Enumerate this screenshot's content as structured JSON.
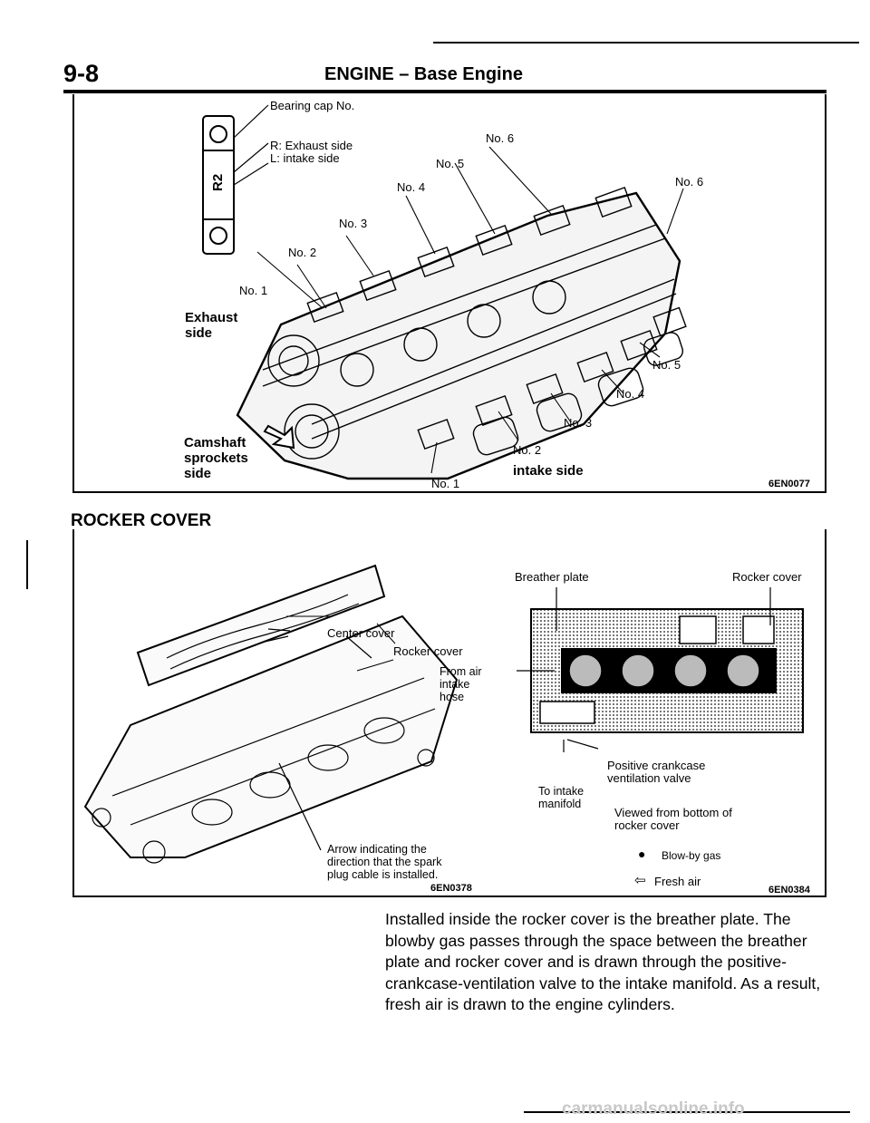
{
  "header": {
    "page_number": "9-8",
    "title": "ENGINE – Base Engine"
  },
  "fig1": {
    "labels": {
      "bearing_cap": "Bearing cap No.",
      "r_exhaust": "R: Exhaust side",
      "l_intake": "L: intake side",
      "cap_mark": "R2",
      "ex_no1": "No. 1",
      "ex_no2": "No. 2",
      "ex_no3": "No. 3",
      "ex_no4": "No. 4",
      "ex_no5": "No. 5",
      "ex_no6": "No. 6",
      "in_no1": "No. 1",
      "in_no2": "No. 2",
      "in_no3": "No. 3",
      "in_no4": "No. 4",
      "in_no5": "No. 5",
      "in_no6": "No. 6",
      "exhaust_side": "Exhaust side",
      "camshaft_sprockets_side": "Camshaft sprockets side",
      "intake_side": "intake side"
    },
    "code": "6EN0077"
  },
  "section_title": "ROCKER COVER",
  "fig2": {
    "labels": {
      "center_cover": "Center cover",
      "rocker_cover": "Rocker cover",
      "arrow_direction": "Arrow indicating the direction that the spark plug cable is installed."
    },
    "code": "6EN0378"
  },
  "fig3": {
    "labels": {
      "breather_plate": "Breather plate",
      "rocker_cover": "Rocker cover",
      "from_air_intake_hose": "From air intake hose",
      "pcv_valve": "Positive crankcase ventilation valve",
      "to_intake_manifold": "To intake manifold",
      "viewed_from_bottom": "Viewed from bottom of rocker cover",
      "blowby_gas": "Blow-by gas",
      "fresh_air": "Fresh air"
    },
    "code": "6EN0384"
  },
  "paragraph": "Installed inside the rocker cover is the breather plate. The blowby gas passes through the space between the breather plate and rocker cover and is drawn through the positive-crankcase-ventilation valve to the intake manifold. As a result, fresh air is drawn to the engine cylinders.",
  "watermark": "carmanualsonline.info"
}
